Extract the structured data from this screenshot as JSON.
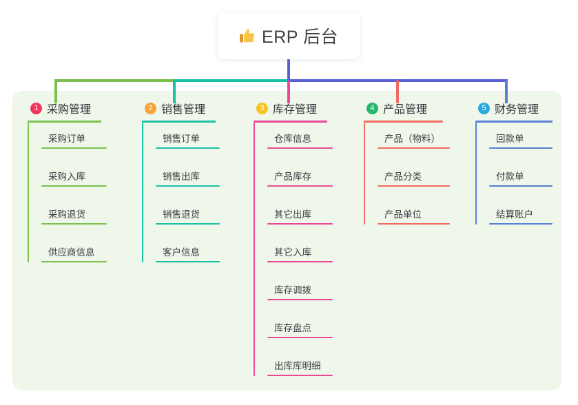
{
  "diagram": {
    "type": "org-tree",
    "root": {
      "icon": "thumbs-up-icon",
      "label": "ERP 后台"
    },
    "branches": [
      {
        "number": "1",
        "title": "采购管理",
        "badge_color": "#f2385a",
        "line_color": "#7cc04b",
        "items": [
          "采购订单",
          "采购入库",
          "采购退货",
          "供应商信息"
        ]
      },
      {
        "number": "2",
        "title": "销售管理",
        "badge_color": "#f5a43c",
        "line_color": "#1bbfa7",
        "items": [
          "销售订单",
          "销售出库",
          "销售退货",
          "客户信息"
        ]
      },
      {
        "number": "3",
        "title": "库存管理",
        "badge_color": "#f7c325",
        "line_color": "#ec4899",
        "items": [
          "仓库信息",
          "产品库存",
          "其它出库",
          "其它入库",
          "库存调拨",
          "库存盘点",
          "出库库明细"
        ]
      },
      {
        "number": "4",
        "title": "产品管理",
        "badge_color": "#27b86b",
        "line_color": "#f26b62",
        "items": [
          "产品（物料）",
          "产品分类",
          "产品单位"
        ]
      },
      {
        "number": "5",
        "title": "财务管理",
        "badge_color": "#28a9e0",
        "line_color": "#5b7fd4",
        "items": [
          "回款单",
          "付款单",
          "结算账户"
        ]
      }
    ],
    "palette": {
      "panel_background": "#eef7e9",
      "page_background": "#ffffff",
      "title_text": "#3c3f44",
      "trunk_color": "#5b5fd4"
    }
  }
}
